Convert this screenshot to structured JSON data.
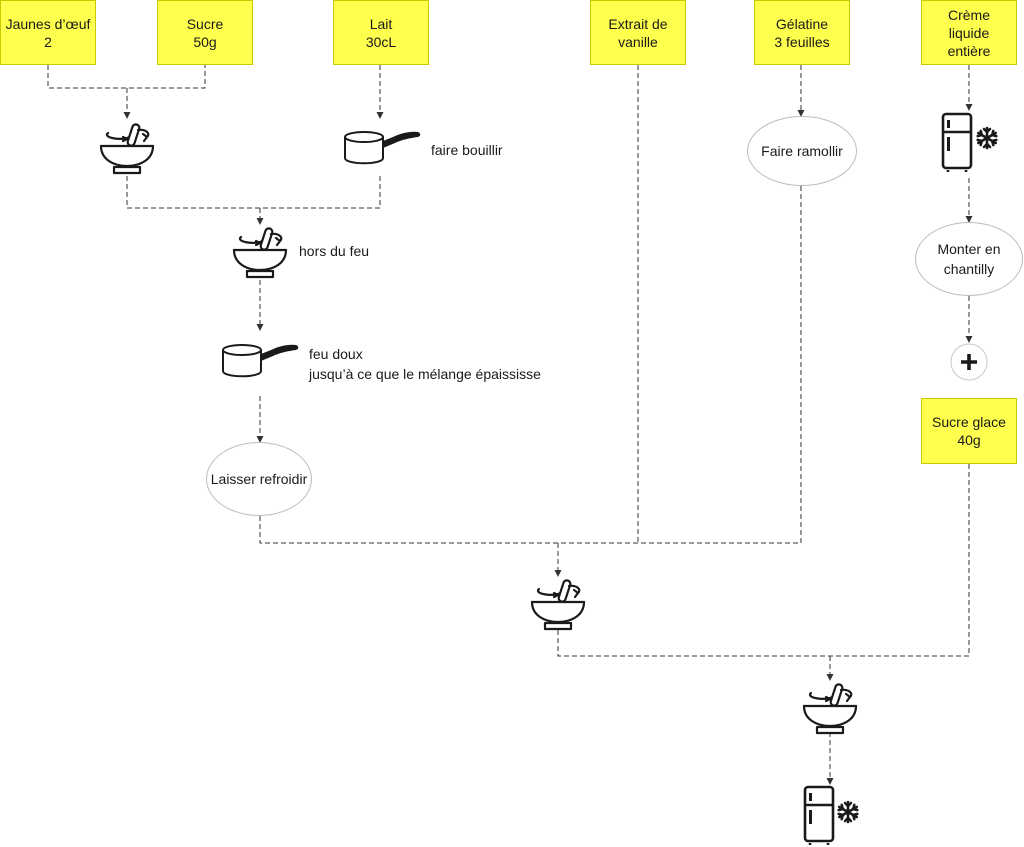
{
  "colors": {
    "note_fill": "#ffff4d",
    "connector": "#333333",
    "icon_stroke": "#1a1a1a",
    "oval_border": "#bdbdbd"
  },
  "ingredients": {
    "egg_yolks": {
      "name": "Jaunes d’œuf",
      "qty": "2"
    },
    "sugar": {
      "name": "Sucre",
      "qty": "50g"
    },
    "milk": {
      "name": "Lait",
      "qty": "30cL"
    },
    "vanilla": {
      "line1": "Extrait de",
      "line2": "vanille"
    },
    "gelatin": {
      "name": "Gélatine",
      "qty": "3 feuilles"
    },
    "cream": {
      "line1": "Crème",
      "line2": "liquide",
      "line3": "entière"
    },
    "icing_sugar": {
      "name": "Sucre glace",
      "qty": "40g"
    }
  },
  "steps": {
    "boil": "faire bouillir",
    "off_heat": "hors du feu",
    "low_heat_line1": "feu doux",
    "low_heat_line2": "jusqu’à ce que le mélange épaississe",
    "cool_down": "Laisser refroidir",
    "soften": "Faire ramollir",
    "whip_line1": "Monter en",
    "whip_line2": "chantilly"
  },
  "icons": {
    "mixing_bowl": "mixing-bowl-icon",
    "saucepan": "saucepan-icon",
    "fridge": "fridge-icon",
    "snowflake": "snowflake-icon",
    "plus": "plus-circle-icon"
  }
}
